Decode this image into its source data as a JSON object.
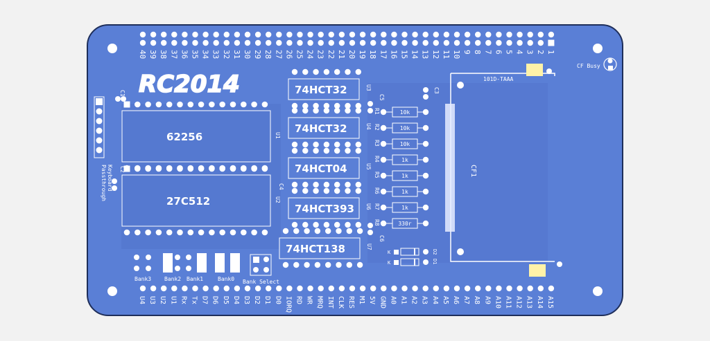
{
  "board": {
    "colors": {
      "background": "#f2f2f2",
      "pcb": "#5a7fd6",
      "copper": "#4e70c4",
      "silk": "#ffffff",
      "pad": "#ffffff",
      "outline": "#1e2e5a",
      "led_pad": "#fff2a8"
    },
    "brand": "RC2014",
    "top_pin_numbers": [
      "40",
      "39",
      "38",
      "37",
      "36",
      "35",
      "34",
      "33",
      "32",
      "31",
      "30",
      "29",
      "28",
      "27",
      "26",
      "25",
      "24",
      "23",
      "22",
      "21",
      "20",
      "19",
      "18",
      "17",
      "16",
      "15",
      "14",
      "13",
      "12",
      "11",
      "10",
      "9",
      "8",
      "7",
      "6",
      "5",
      "4",
      "3",
      "2",
      "1"
    ],
    "bottom_signals": [
      "U4",
      "U3",
      "U2",
      "U1",
      "Rx",
      "Tx",
      "D7",
      "D6",
      "D5",
      "D4",
      "D3",
      "D2",
      "D1",
      "D0",
      "IORQ",
      "RD",
      "WR",
      "MRQ",
      "INT",
      "CLK",
      "RES",
      "M1",
      "5V",
      "GND",
      "A0",
      "A1",
      "A2",
      "A3",
      "A4",
      "A5",
      "A6",
      "A7",
      "A8",
      "A9",
      "A10",
      "A11",
      "A12",
      "A13",
      "A14",
      "A15"
    ],
    "chips": [
      {
        "label": "62256",
        "ref": "U1"
      },
      {
        "label": "27C512",
        "ref": "U2"
      },
      {
        "label": "74HCT32",
        "ref": "U3"
      },
      {
        "label": "74HCT32",
        "ref": "U4"
      },
      {
        "label": "74HCT04",
        "ref": "U5"
      },
      {
        "label": "74HCT393",
        "ref": "U6"
      },
      {
        "label": "74HCT138",
        "ref": "U7"
      }
    ],
    "resistors": [
      {
        "ref": "R1",
        "value": "10k"
      },
      {
        "ref": "R2",
        "value": "10k"
      },
      {
        "ref": "R3",
        "value": "10k"
      },
      {
        "ref": "R4",
        "value": "1k"
      },
      {
        "ref": "R5",
        "value": "1k"
      },
      {
        "ref": "R6",
        "value": "1k"
      },
      {
        "ref": "R7",
        "value": "1k"
      },
      {
        "ref": "R8",
        "value": "330r"
      }
    ],
    "caps": [
      "C1",
      "C2",
      "C3",
      "C4",
      "C5",
      "C6"
    ],
    "diodes": [
      "D2",
      "D1"
    ],
    "diode_marks": [
      "K",
      "K"
    ],
    "cf_ref": "CF1",
    "cf_part": "101D-TAAA",
    "cf_busy": "CF Busy",
    "keyboard_label": [
      "Keyboard",
      "Passthrough"
    ],
    "banks": [
      "Bank3",
      "Bank2",
      "Bank1",
      "Bank0"
    ],
    "bank_select": "Bank Select"
  }
}
